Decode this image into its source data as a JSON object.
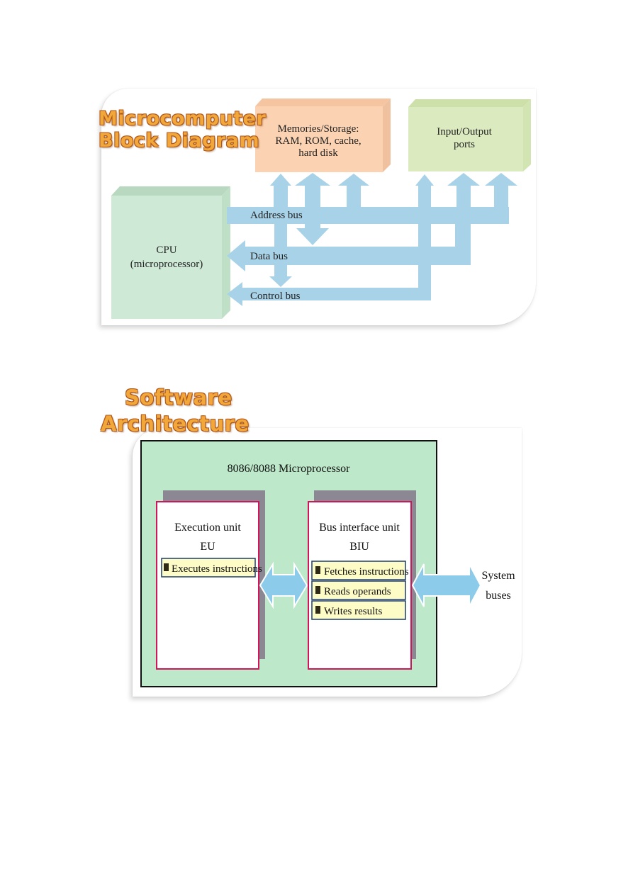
{
  "block_diagram": {
    "heading": [
      "Microcomputer",
      "Block Diagram"
    ],
    "memory_box": [
      "Memories/Storage:",
      "RAM, ROM, cache,",
      "hard disk"
    ],
    "io_box": [
      "Input/Output",
      "ports"
    ],
    "cpu_box": [
      "CPU",
      "(microprocessor)"
    ],
    "buses": {
      "address": "Address bus",
      "data": "Data bus",
      "control": "Control bus"
    },
    "colors": {
      "memory": "#fbd3b3",
      "io": "#dcebbf",
      "cpu": "#cfe9d7",
      "bus": "#a8d2e8"
    }
  },
  "architecture": {
    "heading": [
      "Software",
      "Architecture"
    ],
    "title": "8086/8088 Microprocessor",
    "eu": {
      "title": [
        "Execution unit",
        "EU"
      ],
      "items": [
        "Executes instructions"
      ]
    },
    "biu": {
      "title": [
        "Bus interface unit",
        "BIU"
      ],
      "items": [
        "Fetches instructions",
        "Reads operands",
        "Writes results"
      ]
    },
    "system_buses": [
      "System",
      "buses"
    ],
    "colors": {
      "background": "#bde8c9",
      "unit_border": "#d1155a",
      "item_fill": "#fdfbc6",
      "item_border": "#1c3c6e",
      "arrow": "#8ccbe9"
    }
  }
}
